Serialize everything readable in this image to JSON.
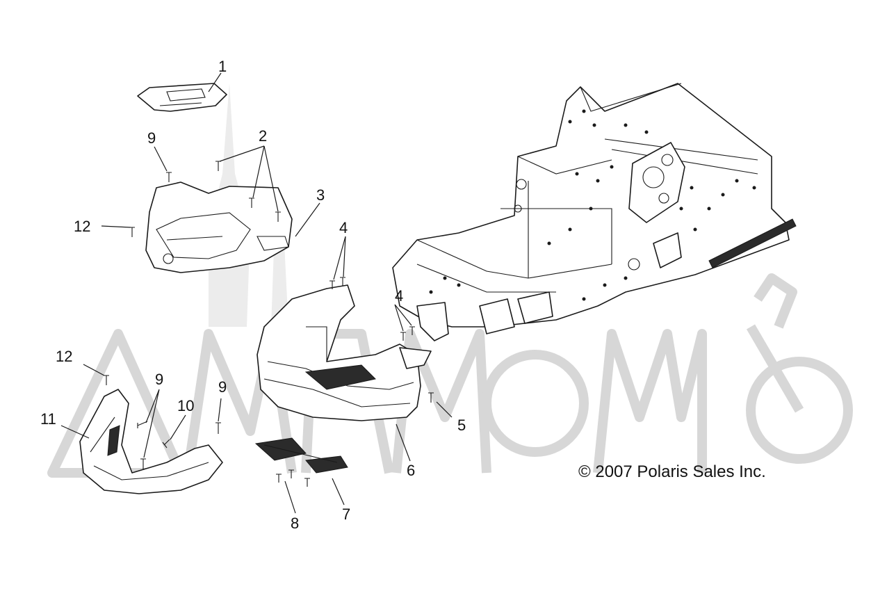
{
  "callouts": [
    {
      "id": "c1",
      "label": "1"
    },
    {
      "id": "c2",
      "label": "2"
    },
    {
      "id": "c3",
      "label": "3"
    },
    {
      "id": "c4a",
      "label": "4"
    },
    {
      "id": "c4b",
      "label": "4"
    },
    {
      "id": "c5",
      "label": "5"
    },
    {
      "id": "c6",
      "label": "6"
    },
    {
      "id": "c7",
      "label": "7"
    },
    {
      "id": "c8",
      "label": "8"
    },
    {
      "id": "c9a",
      "label": "9"
    },
    {
      "id": "c9b",
      "label": "9"
    },
    {
      "id": "c9c",
      "label": "9"
    },
    {
      "id": "c10",
      "label": "10"
    },
    {
      "id": "c11",
      "label": "11"
    },
    {
      "id": "c12a",
      "label": "12"
    },
    {
      "id": "c12b",
      "label": "12"
    }
  ],
  "copyright": "© 2007 Polaris Sales Inc.",
  "colors": {
    "line": "#1a1a1a",
    "watermark": "#d7d7d7",
    "background": "#ffffff"
  }
}
